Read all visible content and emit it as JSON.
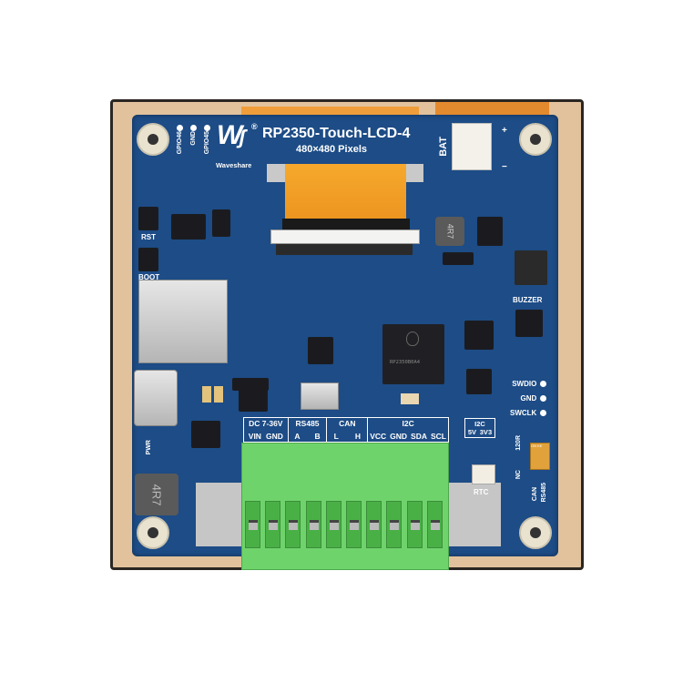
{
  "board": {
    "title": "RP2350-Touch-LCD-4",
    "subtitle": "480×480 Pixels",
    "brand": "Waveshare",
    "registered_mark": "®",
    "colors": {
      "pcb": "#1d4c86",
      "frame": "#e2c29c",
      "terminal": "#6fd36c",
      "flex_cable": "#f2a23a"
    }
  },
  "pins_top": [
    "GPIO46",
    "GND",
    "GPIO45"
  ],
  "labels": {
    "bat": "BAT",
    "bat_plus": "+",
    "bat_minus": "−",
    "rst": "RST",
    "boot": "BOOT",
    "buzzer": "BUZZER",
    "pwr": "PWR",
    "rtc": "RTC",
    "inductor": "4R7",
    "r120": "120R",
    "nc": "NC",
    "can": "CAN",
    "rs485": "RS485",
    "dip": "ON KE"
  },
  "swd_pins": [
    "SWDIO",
    "GND",
    "SWCLK"
  ],
  "terminal_groups": [
    {
      "title": "DC 7-36V",
      "pins": [
        "VIN",
        "GND"
      ]
    },
    {
      "title": "RS485",
      "pins": [
        "A",
        "B"
      ]
    },
    {
      "title": "CAN",
      "pins": [
        "L",
        "H"
      ]
    },
    {
      "title": "I2C",
      "pins": [
        "VCC",
        "GND",
        "SDA",
        "SCL"
      ]
    }
  ],
  "i2c_select": {
    "title": "I2C",
    "options": [
      "5V",
      "3V3"
    ]
  },
  "chip_marking": "RP2350B0A4"
}
